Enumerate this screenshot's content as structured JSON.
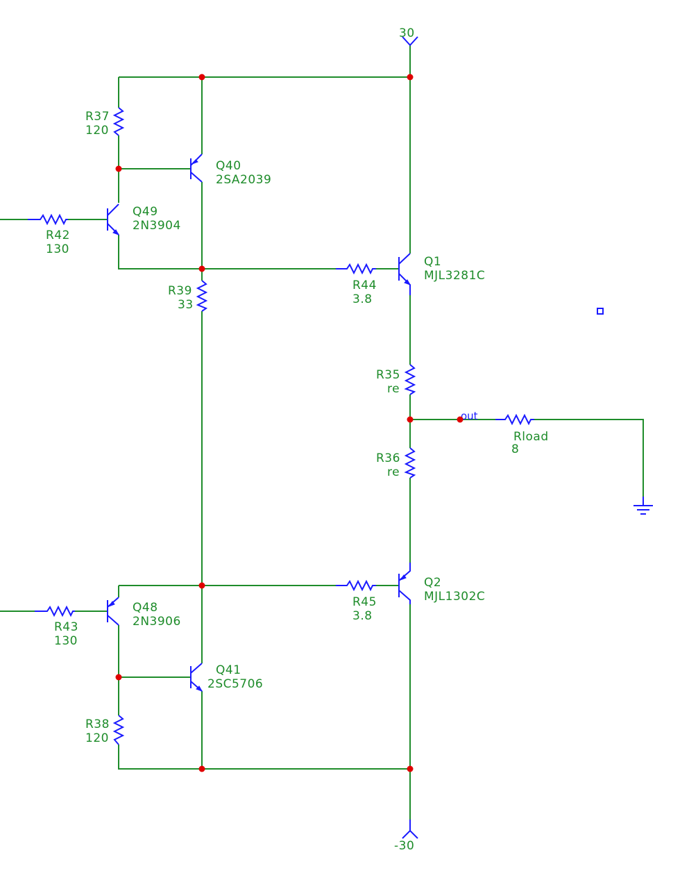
{
  "rails": {
    "positive": "30",
    "negative": "-30"
  },
  "net_labels": {
    "output": "out"
  },
  "colors": {
    "wire": "#1e8c2a",
    "component": "#1a1aff",
    "node": "#e00000",
    "label": "#1e8c2a"
  },
  "components": {
    "R37": {
      "ref": "R37",
      "value": "120"
    },
    "R38": {
      "ref": "R38",
      "value": "120"
    },
    "R39": {
      "ref": "R39",
      "value": "33"
    },
    "R42": {
      "ref": "R42",
      "value": "130"
    },
    "R43": {
      "ref": "R43",
      "value": "130"
    },
    "R44": {
      "ref": "R44",
      "value": "3.8"
    },
    "R45": {
      "ref": "R45",
      "value": "3.8"
    },
    "R35": {
      "ref": "R35",
      "value": "re"
    },
    "R36": {
      "ref": "R36",
      "value": "re"
    },
    "Rload": {
      "ref": "Rload",
      "value": "8"
    },
    "Q40": {
      "ref": "Q40",
      "value": "2SA2039"
    },
    "Q41": {
      "ref": "Q41",
      "value": "2SC5706"
    },
    "Q48": {
      "ref": "Q48",
      "value": "2N3906"
    },
    "Q49": {
      "ref": "Q49",
      "value": "2N3904"
    },
    "Q1": {
      "ref": "Q1",
      "value": "MJL3281C"
    },
    "Q2": {
      "ref": "Q2",
      "value": "MJL1302C"
    }
  }
}
